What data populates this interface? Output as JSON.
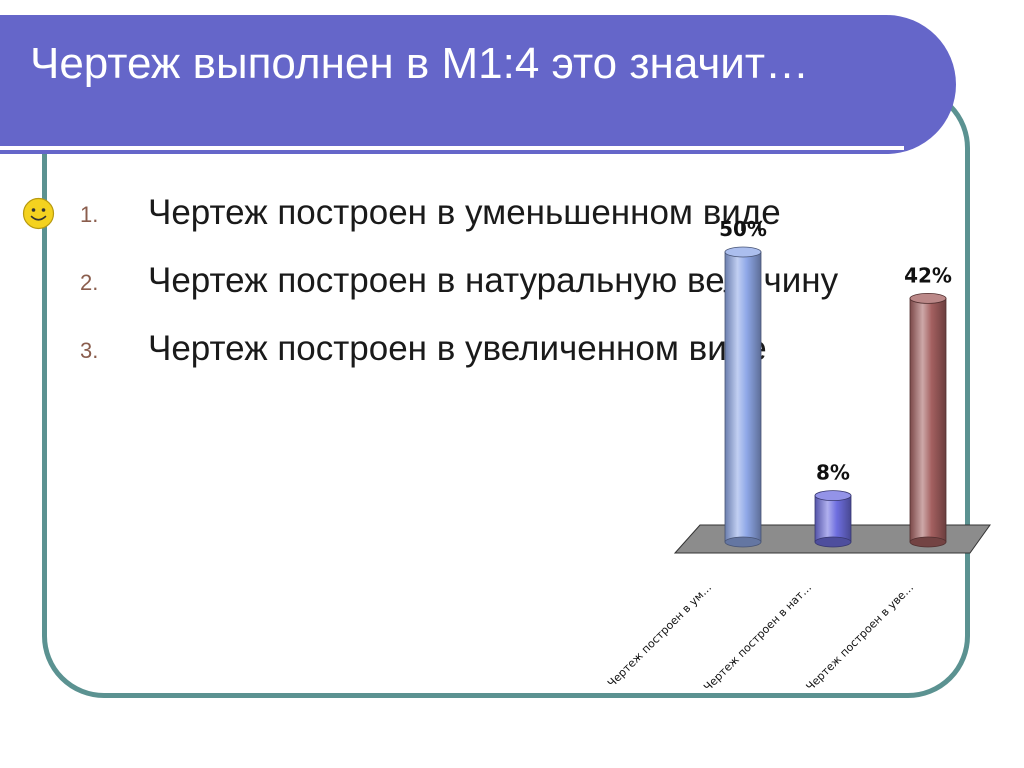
{
  "slide": {
    "title": "Чертеж выполнен в М1:4 это значит…",
    "items": [
      {
        "number": "1.",
        "text": "Чертеж построен в уменьшенном виде"
      },
      {
        "number": "2.",
        "text": "Чертеж построен в натуральную величину"
      },
      {
        "number": "3.",
        "text": "Чертеж построен в увеличенном виде"
      }
    ],
    "marker_icon": "smiley-face-icon"
  },
  "chart_data": {
    "type": "bar",
    "categories": [
      "Чертеж построен в ум…",
      "Чертеж построен в нат…",
      "Чертеж построен в уве…"
    ],
    "values": [
      50,
      8,
      42
    ],
    "data_labels": [
      "50%",
      "8%",
      "42%"
    ],
    "colors": [
      "#8fa8e8",
      "#6f6fe0",
      "#a46060"
    ],
    "floor_color": "#8c8c8c",
    "ylim": [
      0,
      50
    ],
    "grid": false,
    "legend": "none"
  }
}
